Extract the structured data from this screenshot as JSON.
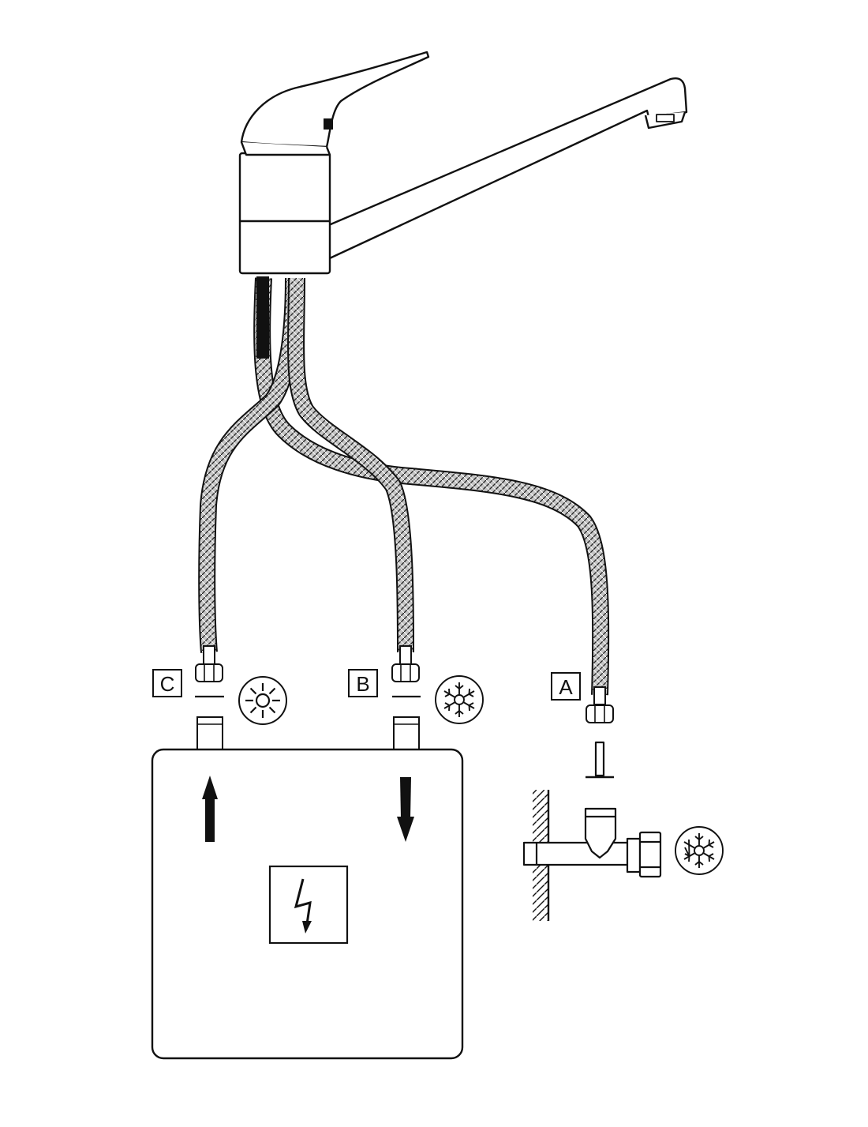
{
  "labels": {
    "a": "A",
    "b": "B",
    "c": "C"
  },
  "icons": {
    "hot": "sun-icon",
    "cold": "snowflake-icon",
    "power": "lightning-icon"
  },
  "colors": {
    "line": "#111111",
    "hose_fill": "#bdbdbd",
    "background": "#ffffff"
  }
}
